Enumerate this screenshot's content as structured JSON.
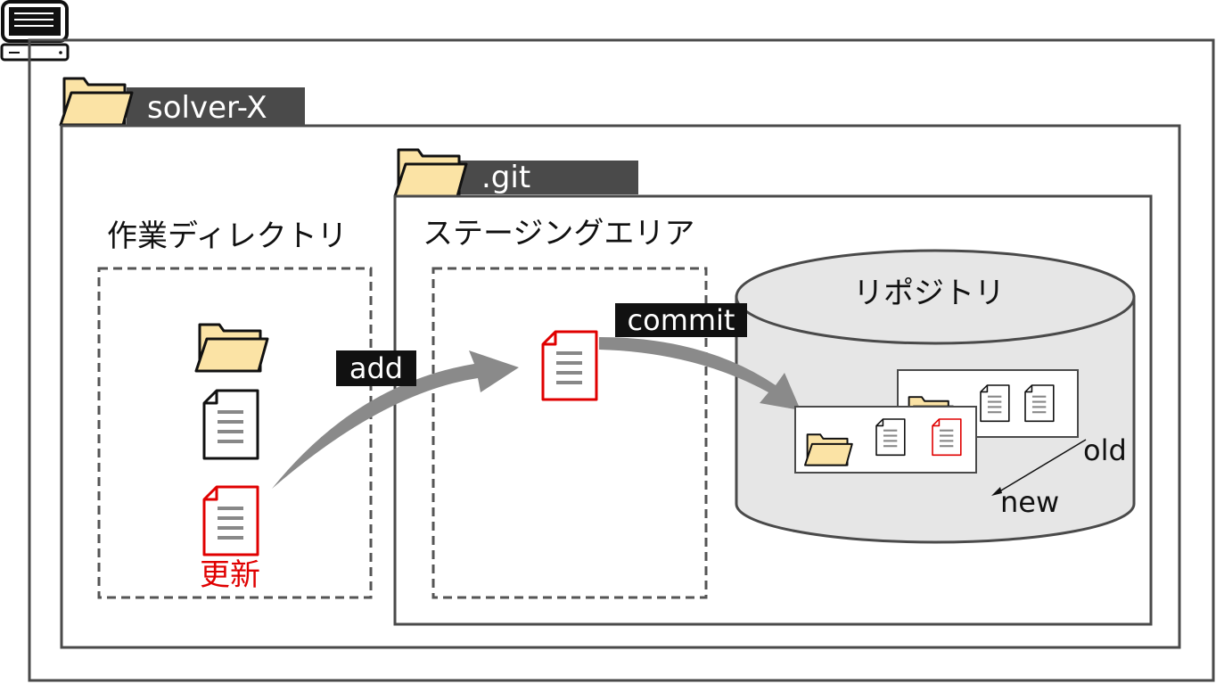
{
  "tags": {
    "solver": "solver-X",
    "git": ".git"
  },
  "sections": {
    "working_dir": "作業ディレクトリ",
    "staging": "ステージングエリア",
    "repository": "リポジトリ"
  },
  "arrows": {
    "add": "add",
    "commit": "commit"
  },
  "file_labels": {
    "updated": "更新"
  },
  "history": {
    "old": "old",
    "new": "new"
  },
  "colors": {
    "dark_tag": "#4a4a4a",
    "folder_fill": "#fbe3a5",
    "updated_red": "#e00000",
    "arrow_gray": "#8a8a8a",
    "cylinder_fill": "#e6e6e6"
  },
  "icons": {
    "computer": "computer-icon",
    "folder": "folder-icon",
    "document": "document-icon"
  }
}
